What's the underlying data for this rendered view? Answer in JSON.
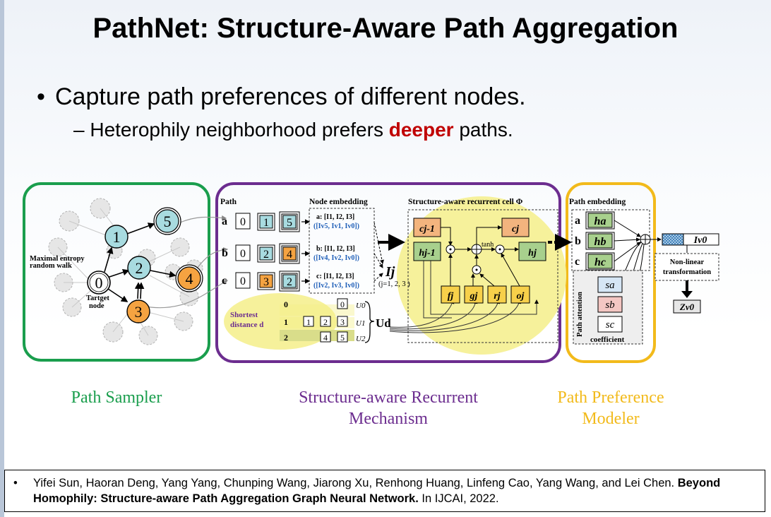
{
  "slide": {
    "title": "PathNet: Structure-Aware Path Aggregation",
    "bullet_main": "Capture path preferences of different nodes.",
    "sub_bullet": {
      "dash": "–",
      "before": "Heterophily neighborhood prefers ",
      "highlight": "deeper",
      "after": " paths."
    }
  },
  "figure": {
    "sampler": {
      "nodes": {
        "target": "0",
        "n1": "1",
        "n2": "2",
        "n3": "3",
        "n4": "4",
        "n5": "5"
      },
      "walk_label_1": "Maximal entropy",
      "walk_label_2": "random walk",
      "target_label_1": "Tartget",
      "target_label_2": "node"
    },
    "recurrent": {
      "path_header": "Path",
      "node_emb_header": "Node embedding",
      "cell_header": "Structure-aware recurrent cell Φ",
      "rows": [
        {
          "key": "a",
          "cells": [
            "0",
            "1",
            "5"
          ],
          "emb1": "a: [I1, I2, I3]",
          "emb2": "([Iv5, Iv1, Iv0])"
        },
        {
          "key": "b",
          "cells": [
            "0",
            "2",
            "4"
          ],
          "emb1": "b: [I1, I2, I3]",
          "emb2": "([Iv4, Iv2, Iv0])"
        },
        {
          "key": "c",
          "cells": [
            "0",
            "3",
            "2"
          ],
          "emb1": "c: [I1, I2, I3]",
          "emb2": "([Iv2, Iv3, Iv0])"
        }
      ],
      "ij": "Ij",
      "ij_range": "(j=1, 2, 3 )",
      "shortest_1": "Shortest",
      "shortest_2": "distance d",
      "dist_rows": [
        {
          "d": "0",
          "cells": [
            "0"
          ],
          "u": "U0"
        },
        {
          "d": "1",
          "cells": [
            "1",
            "2",
            "3"
          ],
          "u": "U1"
        },
        {
          "d": "2",
          "cells": [
            "4",
            "5"
          ],
          "u": "U2"
        }
      ],
      "ud": "Ud",
      "cell_nodes": {
        "c_prev": "cj-1",
        "h_prev": "hj-1",
        "c": "cj",
        "h": "hj",
        "f": "fj",
        "g": "gj",
        "r": "rj",
        "o": "oj",
        "tanh": "tanh"
      }
    },
    "modeler": {
      "header": "Path embedding",
      "keys": [
        "a",
        "b",
        "c"
      ],
      "embs": [
        "ha",
        "hb",
        "hc"
      ],
      "coefs": [
        "sa",
        "sb",
        "sc"
      ],
      "attn_label": "Path attention",
      "coef_label": "coefficient",
      "iv0": "Iv0",
      "nonlin_1": "Non-linear",
      "nonlin_2": "transformation",
      "zv0": "Zv0"
    },
    "colors": {
      "green": "#1a9e4d",
      "purple": "#6c2d8f",
      "gold": "#f2ba1b",
      "node_blue": "#a8dbe0",
      "node_orange": "#f5a341",
      "cell_green": "#a8d08d",
      "cell_orange": "#f3b47e",
      "cell_yellow": "#f7d04a",
      "highlight": "#f6f19b"
    }
  },
  "captions": {
    "sampler": "Path Sampler",
    "recurrent_1": "Structure-aware Recurrent",
    "recurrent_2": "Mechanism",
    "modeler_1": "Path Preference",
    "modeler_2": "Modeler"
  },
  "citation": {
    "bullet": "•",
    "authors": "Yifei Sun, Haoran Deng, Yang Yang, Chunping Wang, Jiarong Xu, Renhong Huang, Linfeng Cao, Yang Wang, and Lei Chen. ",
    "paper_title": "Beyond Homophily: Structure-aware Path Aggregation Graph Neural Network.",
    "venue": " In IJCAI, 2022."
  }
}
